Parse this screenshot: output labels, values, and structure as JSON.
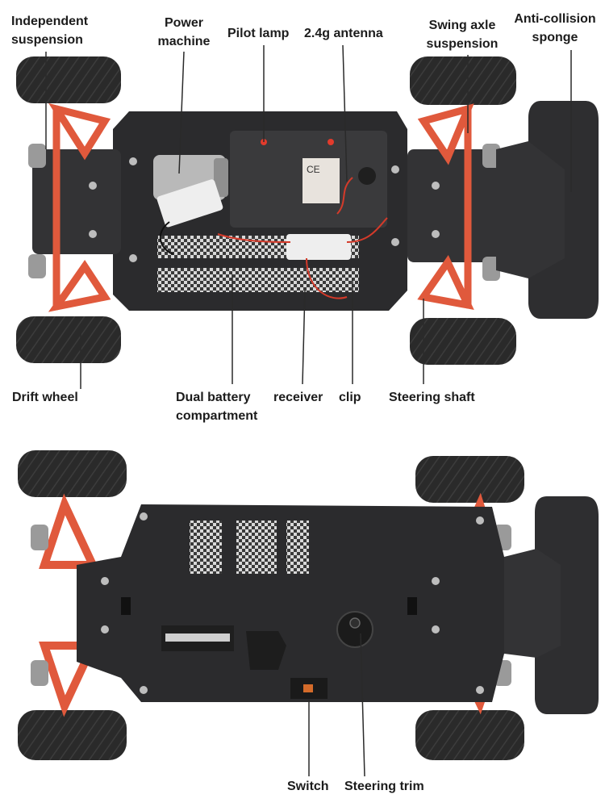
{
  "top_view": {
    "labels": {
      "independent_suspension": "Independent\nsuspension",
      "power_machine": "Power\nmachine",
      "pilot_lamp": "Pilot lamp",
      "antenna": "2.4g antenna",
      "swing_axle_suspension": "Swing axle\nsuspension",
      "anti_collision_sponge": "Anti-collision\nsponge",
      "drift_wheel": "Drift wheel",
      "dual_battery_compartment": "Dual battery\ncompartment",
      "receiver": "receiver",
      "clip": "clip",
      "steering_shaft": "Steering shaft"
    },
    "receiver_marking": "CE"
  },
  "bottom_view": {
    "labels": {
      "switch": "Switch",
      "steering_trim": "Steering trim"
    }
  },
  "colors": {
    "chassis": "#2b2b2d",
    "tire": "#2a2a2a",
    "suspension_arm": "#e0593c",
    "sponge": "#2e2e30",
    "leader_line": "#2a2a2a",
    "battery_checker": "#cfcfcf",
    "wire_red": "#d43a2a"
  }
}
